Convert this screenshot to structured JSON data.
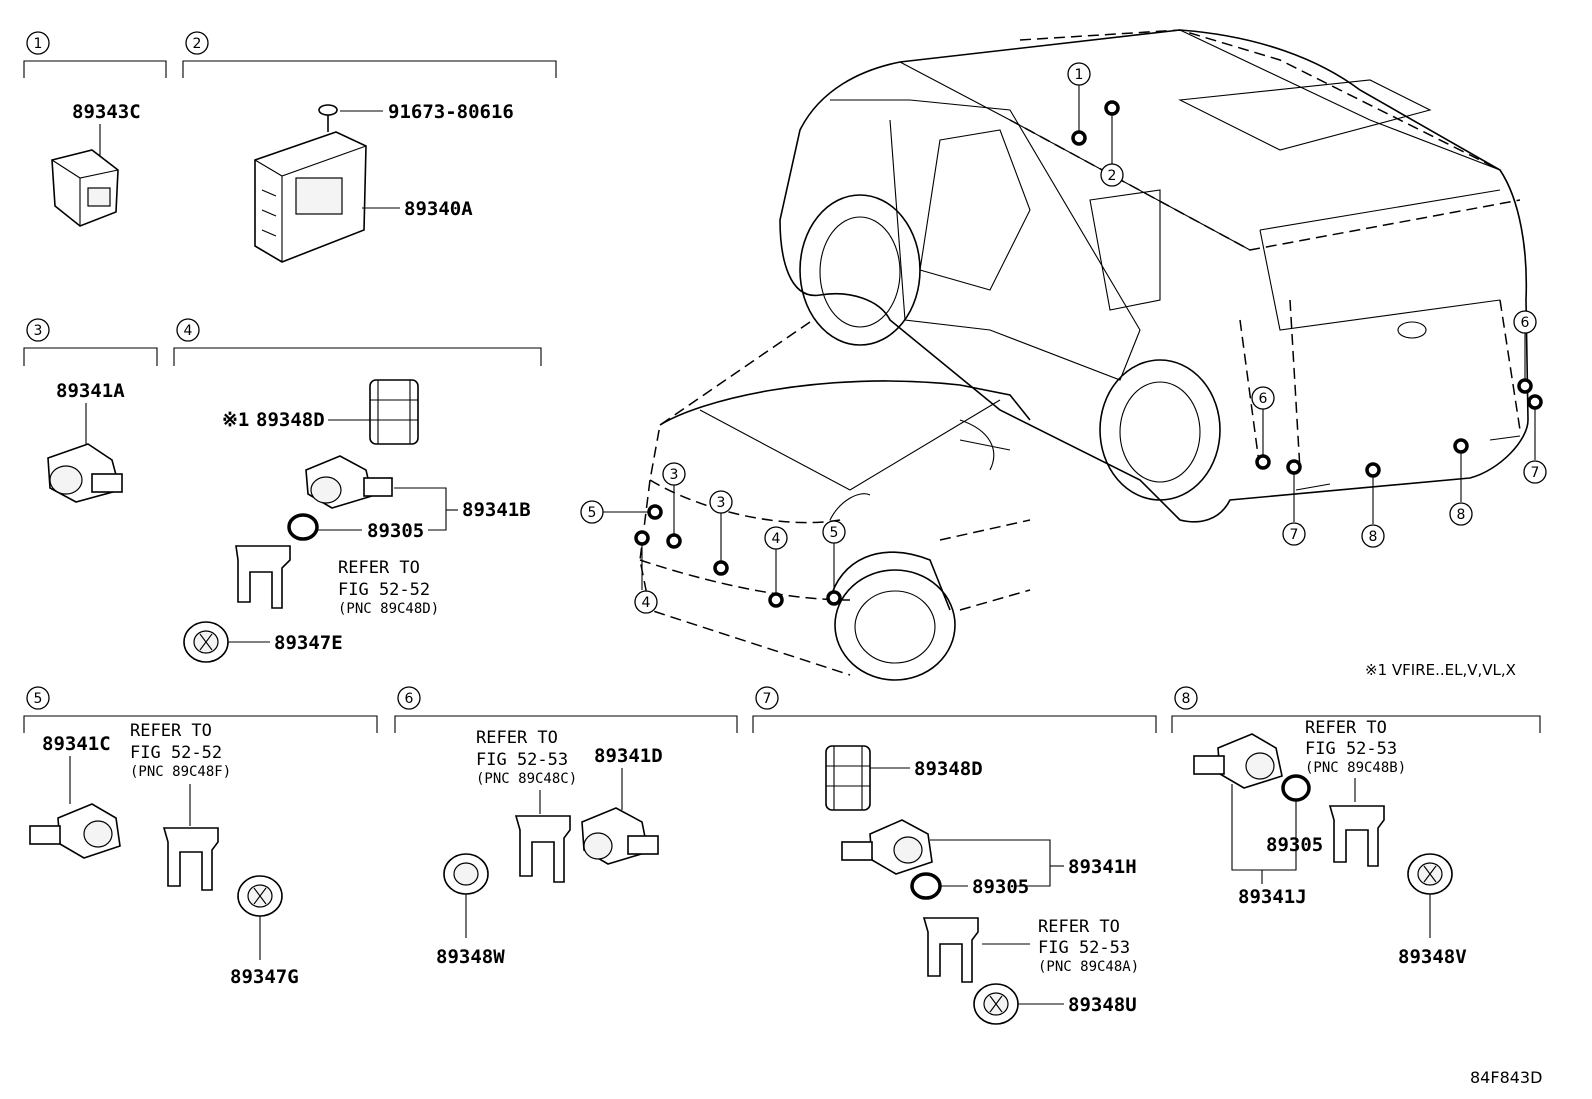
{
  "groups": [
    {
      "id": "1",
      "parts": [
        "89343C"
      ]
    },
    {
      "id": "2",
      "parts": [
        "91673-80616",
        "89340A"
      ]
    },
    {
      "id": "3",
      "parts": [
        "89341A"
      ]
    },
    {
      "id": "4",
      "parts": [
        "89348D",
        "89341B",
        "89305",
        "89347E"
      ],
      "note_mark": "※1",
      "refer": {
        "text": "REFER TO",
        "fig": "FIG 52-52",
        "pnc": "(PNC 89C48D)"
      }
    },
    {
      "id": "5",
      "parts": [
        "89341C",
        "89347G"
      ],
      "refer": {
        "text": "REFER TO",
        "fig": "FIG 52-52",
        "pnc": "(PNC 89C48F)"
      }
    },
    {
      "id": "6",
      "parts": [
        "89341D",
        "89348W"
      ],
      "refer": {
        "text": "REFER TO",
        "fig": "FIG 52-53",
        "pnc": "(PNC 89C48C)"
      }
    },
    {
      "id": "7",
      "parts": [
        "89348D",
        "89341H",
        "89305",
        "89348U"
      ],
      "refer": {
        "text": "REFER TO",
        "fig": "FIG 52-53",
        "pnc": "(PNC 89C48A)"
      }
    },
    {
      "id": "8",
      "parts": [
        "89305",
        "89341J",
        "89348V"
      ],
      "refer": {
        "text": "REFER TO",
        "fig": "FIG 52-53",
        "pnc": "(PNC 89C48B)"
      }
    }
  ],
  "footnote": "※1 VFIRE..EL,V,VL,X",
  "diagram_code": "84F843D",
  "callouts_vehicle": [
    "1",
    "2",
    "3",
    "3",
    "4",
    "4",
    "5",
    "5",
    "6",
    "6",
    "7",
    "7",
    "8",
    "8"
  ]
}
